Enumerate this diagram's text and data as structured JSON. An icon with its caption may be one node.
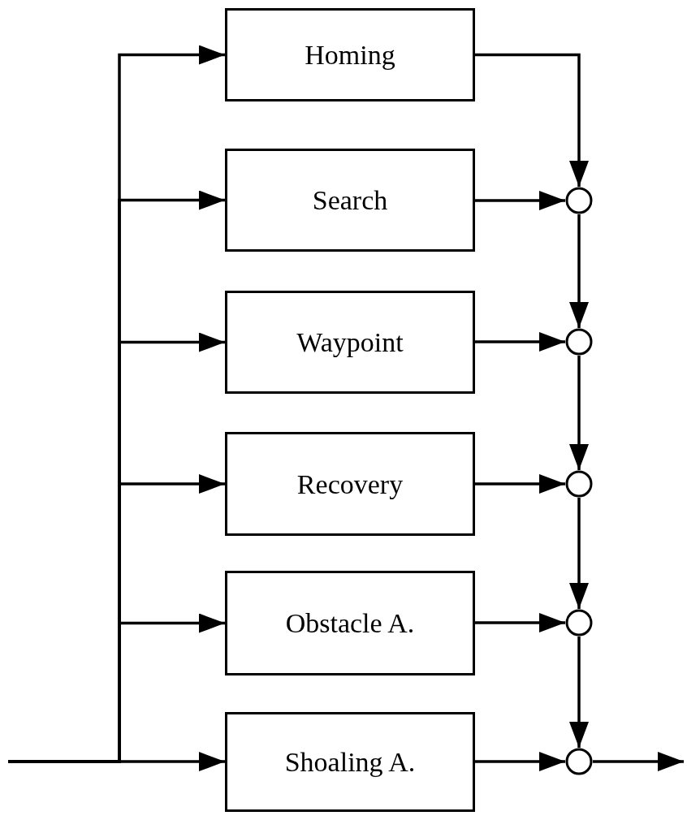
{
  "diagram": {
    "nodes": [
      {
        "text": [
          "Homing"
        ]
      },
      {
        "text": [
          "Search"
        ]
      },
      {
        "text": [
          "Waypoint"
        ]
      },
      {
        "text": [
          "Recovery"
        ]
      },
      {
        "text": [
          "Obstacle A."
        ]
      },
      {
        "text": [
          "Shoaling A."
        ]
      },
      {
        "text": [],
        "shape": "circle"
      },
      {
        "text": [],
        "shape": "circle"
      },
      {
        "text": [],
        "shape": "circle"
      },
      {
        "text": [],
        "shape": "circle"
      },
      {
        "text": [],
        "shape": "circle"
      }
    ],
    "edges": [
      {
        "from": null,
        "to": 0,
        "arrow": "to"
      },
      {
        "from": null,
        "to": 1,
        "arrow": "to"
      },
      {
        "from": null,
        "to": 2,
        "arrow": "to"
      },
      {
        "from": null,
        "to": 3,
        "arrow": "to"
      },
      {
        "from": null,
        "to": 4,
        "arrow": "to"
      },
      {
        "from": null,
        "to": 5,
        "arrow": "to"
      },
      {
        "from": 0,
        "to": 6,
        "arrow": "to"
      },
      {
        "from": 1,
        "to": 6,
        "arrow": "to"
      },
      {
        "from": 2,
        "to": 7,
        "arrow": "to"
      },
      {
        "from": 3,
        "to": 8,
        "arrow": "to"
      },
      {
        "from": 4,
        "to": 9,
        "arrow": "to"
      },
      {
        "from": 5,
        "to": 10,
        "arrow": "to"
      },
      {
        "from": 6,
        "to": 7,
        "arrow": "to"
      },
      {
        "from": 7,
        "to": 8,
        "arrow": "to"
      },
      {
        "from": 8,
        "to": 9,
        "arrow": "to"
      },
      {
        "from": 9,
        "to": 10,
        "arrow": "to"
      },
      {
        "from": 10,
        "to": null,
        "arrow": "to"
      }
    ]
  }
}
